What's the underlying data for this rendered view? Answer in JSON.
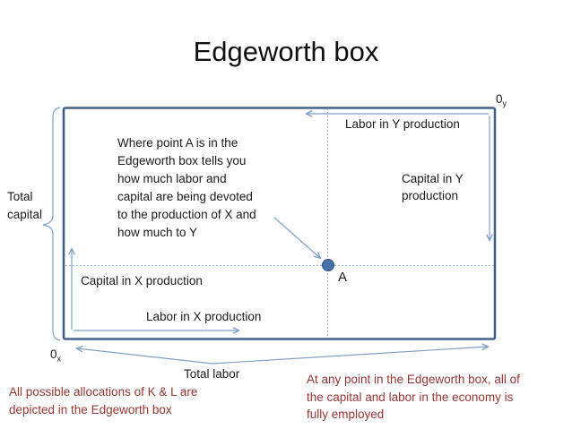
{
  "slide": {
    "title": "Edgeworth box"
  },
  "diagram": {
    "origins": {
      "top_right_zero": "0",
      "top_right_sub": "y",
      "bottom_left_zero": "0",
      "bottom_left_sub": "x"
    },
    "labels": {
      "labor_y": "Labor in Y production",
      "capital_y_line1": "Capital in Y",
      "capital_y_line2": "production",
      "capital_x": "Capital in X production",
      "labor_x": "Labor in X production",
      "total_capital_line1": "Total",
      "total_capital_line2": "capital",
      "total_labor": "Total labor",
      "point_a": "A"
    },
    "annotation": {
      "line1": "Where point A is in the",
      "line2": "Edgeworth box tells you",
      "line3": "how much labor and",
      "line4": "capital are being devoted",
      "line5": "to the production of X and",
      "line6": "how much to Y"
    },
    "colors": {
      "box_border": "#44618C",
      "axis_arrow": "#7DA0CB",
      "dotted_guide": "#95B3D7",
      "point_fill": "#4472A8",
      "point_stroke": "#30557E",
      "note_text": "#943634",
      "body_text": "#1A1A1A"
    }
  },
  "notes": {
    "left_line1": "All possible allocations of K & L are",
    "left_line2": "depicted in the Edgeworth box",
    "right_line1": "At any point in the Edgeworth box, all of",
    "right_line2": "the capital and labor in the economy is",
    "right_line3": "fully employed"
  }
}
